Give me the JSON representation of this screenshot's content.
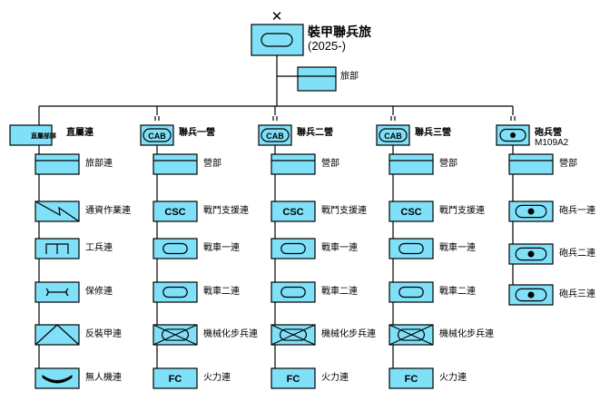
{
  "header": {
    "echelon_mark": "✕",
    "title": "裝甲聯兵旅",
    "subtitle": "(2025-)"
  },
  "hq": {
    "label": "旅部"
  },
  "columns": [
    {
      "title": "直屬連",
      "subtitle": "",
      "symbol_text": "直屬部隊",
      "units": [
        {
          "label": "旅部連",
          "symbol": "hq"
        },
        {
          "label": "通資作業連",
          "symbol": "signal"
        },
        {
          "label": "工兵連",
          "symbol": "engineer"
        },
        {
          "label": "保修連",
          "symbol": "maintenance"
        },
        {
          "label": "反裝甲連",
          "symbol": "antiarmor"
        },
        {
          "label": "無人機連",
          "symbol": "uav"
        }
      ]
    },
    {
      "title": "聯兵一營",
      "subtitle": "",
      "symbol_text": "CAB",
      "units": [
        {
          "label": "營部",
          "symbol": "hq"
        },
        {
          "label": "戰鬥支援連",
          "symbol": "text",
          "text": "CSC"
        },
        {
          "label": "戰車一連",
          "symbol": "armor"
        },
        {
          "label": "戰車二連",
          "symbol": "armor"
        },
        {
          "label": "機械化步兵連",
          "symbol": "mechinf"
        },
        {
          "label": "火力連",
          "symbol": "text",
          "text": "FC"
        }
      ]
    },
    {
      "title": "聯兵二營",
      "subtitle": "",
      "symbol_text": "CAB",
      "units": [
        {
          "label": "營部",
          "symbol": "hq"
        },
        {
          "label": "戰鬥支援連",
          "symbol": "text",
          "text": "CSC"
        },
        {
          "label": "戰車一連",
          "symbol": "armor"
        },
        {
          "label": "戰車二連",
          "symbol": "armor"
        },
        {
          "label": "機械化步兵連",
          "symbol": "mechinf"
        },
        {
          "label": "火力連",
          "symbol": "text",
          "text": "FC"
        }
      ]
    },
    {
      "title": "聯兵三營",
      "subtitle": "",
      "symbol_text": "CAB",
      "units": [
        {
          "label": "營部",
          "symbol": "hq"
        },
        {
          "label": "戰鬥支援連",
          "symbol": "text",
          "text": "CSC"
        },
        {
          "label": "戰車一連",
          "symbol": "armor"
        },
        {
          "label": "戰車二連",
          "symbol": "armor"
        },
        {
          "label": "機械化步兵連",
          "symbol": "mechinf"
        },
        {
          "label": "火力連",
          "symbol": "text",
          "text": "FC"
        }
      ]
    },
    {
      "title": "砲兵營",
      "subtitle": "M109A2",
      "symbol_text": "",
      "units": [
        {
          "label": "營部",
          "symbol": "hq"
        },
        {
          "label": "砲兵一連",
          "symbol": "artillery"
        },
        {
          "label": "砲兵二連",
          "symbol": "artillery"
        },
        {
          "label": "砲兵三連",
          "symbol": "artillery"
        }
      ]
    }
  ],
  "colors": {
    "fill": "#80e0f8",
    "stroke": "#000000",
    "background": "#ffffff"
  }
}
